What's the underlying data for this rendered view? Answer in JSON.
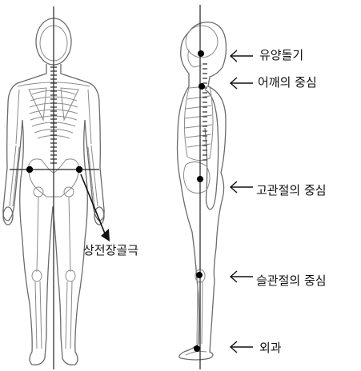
{
  "labels": {
    "asis": "상전장골극",
    "mastoid": "유양돌기",
    "shoulder": "어깨의 중심",
    "hip": "고관절의 중심",
    "knee": "슬관절의 중심",
    "ankle": "외과"
  },
  "colors": {
    "outline": "#6b6b6b",
    "skeleton": "#8a8a8a",
    "plumb_line": "#333333",
    "landmark": "#000000",
    "text": "#111111"
  }
}
